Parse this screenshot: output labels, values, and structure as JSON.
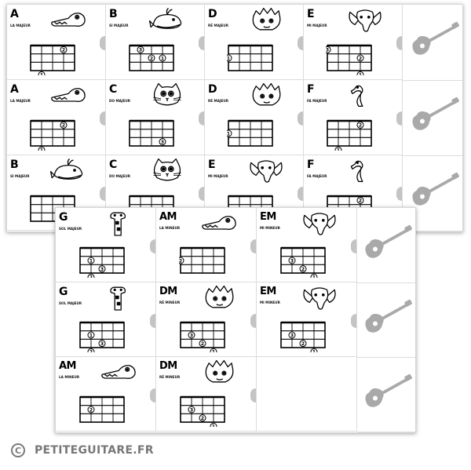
{
  "footer": {
    "copyright_symbol": "C",
    "site": "PETITEGUITARE.FR"
  },
  "back_sheet": {
    "cards": [
      {
        "name": "A",
        "sub": "LA MAJEUR",
        "animal": "crocodile",
        "frets": [
          [
            0,
            3,
            "②"
          ],
          [
            3,
            1,
            "①"
          ]
        ]
      },
      {
        "name": "B",
        "sub": "SI MAJEUR",
        "animal": "whale",
        "frets": [
          [
            0,
            1,
            "③"
          ],
          [
            1,
            2,
            "②"
          ],
          [
            1,
            3,
            "①"
          ]
        ]
      },
      {
        "name": "D",
        "sub": "RÉ MAJEUR",
        "animal": "dinosaur",
        "frets": [
          [
            1,
            0,
            "1"
          ]
        ]
      },
      {
        "name": "E",
        "sub": "MI MAJEUR",
        "animal": "elephant",
        "frets": [
          [
            0,
            0,
            "3"
          ],
          [
            1,
            3,
            "②"
          ],
          [
            3,
            3,
            "①"
          ]
        ]
      },
      {
        "name": "A",
        "sub": "LA MAJEUR",
        "animal": "crocodile",
        "frets": [
          [
            0,
            3,
            "②"
          ],
          [
            3,
            1,
            "①"
          ]
        ]
      },
      {
        "name": "C",
        "sub": "DO MAJEUR",
        "animal": "cat",
        "frets": [
          [
            2,
            3,
            "③"
          ]
        ]
      },
      {
        "name": "D",
        "sub": "RÉ MAJEUR",
        "animal": "dinosaur",
        "frets": [
          [
            1,
            0,
            "1"
          ]
        ]
      },
      {
        "name": "F",
        "sub": "FA MAJEUR",
        "animal": "flamingo",
        "frets": [
          [
            0,
            3,
            "②"
          ],
          [
            3,
            1,
            "①"
          ]
        ]
      },
      {
        "name": "B",
        "sub": "SI MAJEUR",
        "animal": "whale",
        "frets": []
      },
      {
        "name": "C",
        "sub": "DO MAJEUR",
        "animal": "cat",
        "frets": []
      },
      {
        "name": "E",
        "sub": "MI MAJEUR",
        "animal": "elephant",
        "frets": []
      },
      {
        "name": "F",
        "sub": "FA MAJEUR",
        "animal": "flamingo",
        "frets": [
          [
            0,
            3,
            "②"
          ]
        ]
      }
    ]
  },
  "front_sheet": {
    "cards": [
      {
        "name": "G",
        "sub": "SOL MAJEUR",
        "animal": "giraffe",
        "frets": [
          [
            1,
            1,
            "①"
          ],
          [
            2,
            2,
            "③"
          ],
          [
            3,
            1,
            "②"
          ]
        ]
      },
      {
        "name": "AM",
        "sub": "LA MINEUR",
        "animal": "crocodile",
        "frets": [
          [
            1,
            0,
            "②"
          ]
        ]
      },
      {
        "name": "EM",
        "sub": "MI MINEUR",
        "animal": "elephant",
        "frets": [
          [
            1,
            1,
            "③"
          ],
          [
            2,
            2,
            "②"
          ],
          [
            3,
            3,
            "①"
          ]
        ]
      },
      {
        "name": "G",
        "sub": "SOL MAJEUR",
        "animal": "giraffe",
        "frets": [
          [
            1,
            1,
            "①"
          ],
          [
            2,
            2,
            "③"
          ],
          [
            3,
            1,
            "②"
          ]
        ]
      },
      {
        "name": "DM",
        "sub": "RÉ MINEUR",
        "animal": "dinosaur",
        "frets": [
          [
            1,
            1,
            "③"
          ],
          [
            2,
            2,
            "②"
          ],
          [
            3,
            3,
            "①"
          ]
        ]
      },
      {
        "name": "EM",
        "sub": "MI MINEUR",
        "animal": "elephant",
        "frets": [
          [
            1,
            1,
            "③"
          ],
          [
            2,
            2,
            "②"
          ],
          [
            3,
            3,
            "①"
          ]
        ]
      },
      {
        "name": "AM",
        "sub": "LA MINEUR",
        "animal": "crocodile",
        "frets": [
          [
            1,
            1,
            "②"
          ]
        ]
      },
      {
        "name": "DM",
        "sub": "RÉ MINEUR",
        "animal": "dinosaur",
        "frets": [
          [
            1,
            1,
            "③"
          ],
          [
            2,
            2,
            "②"
          ],
          [
            3,
            3,
            "①"
          ]
        ]
      }
    ]
  },
  "colors": {
    "peek_grey": "#c4c4c4",
    "guitar_grey": "#a9a9a9",
    "footer_grey": "#777777"
  }
}
